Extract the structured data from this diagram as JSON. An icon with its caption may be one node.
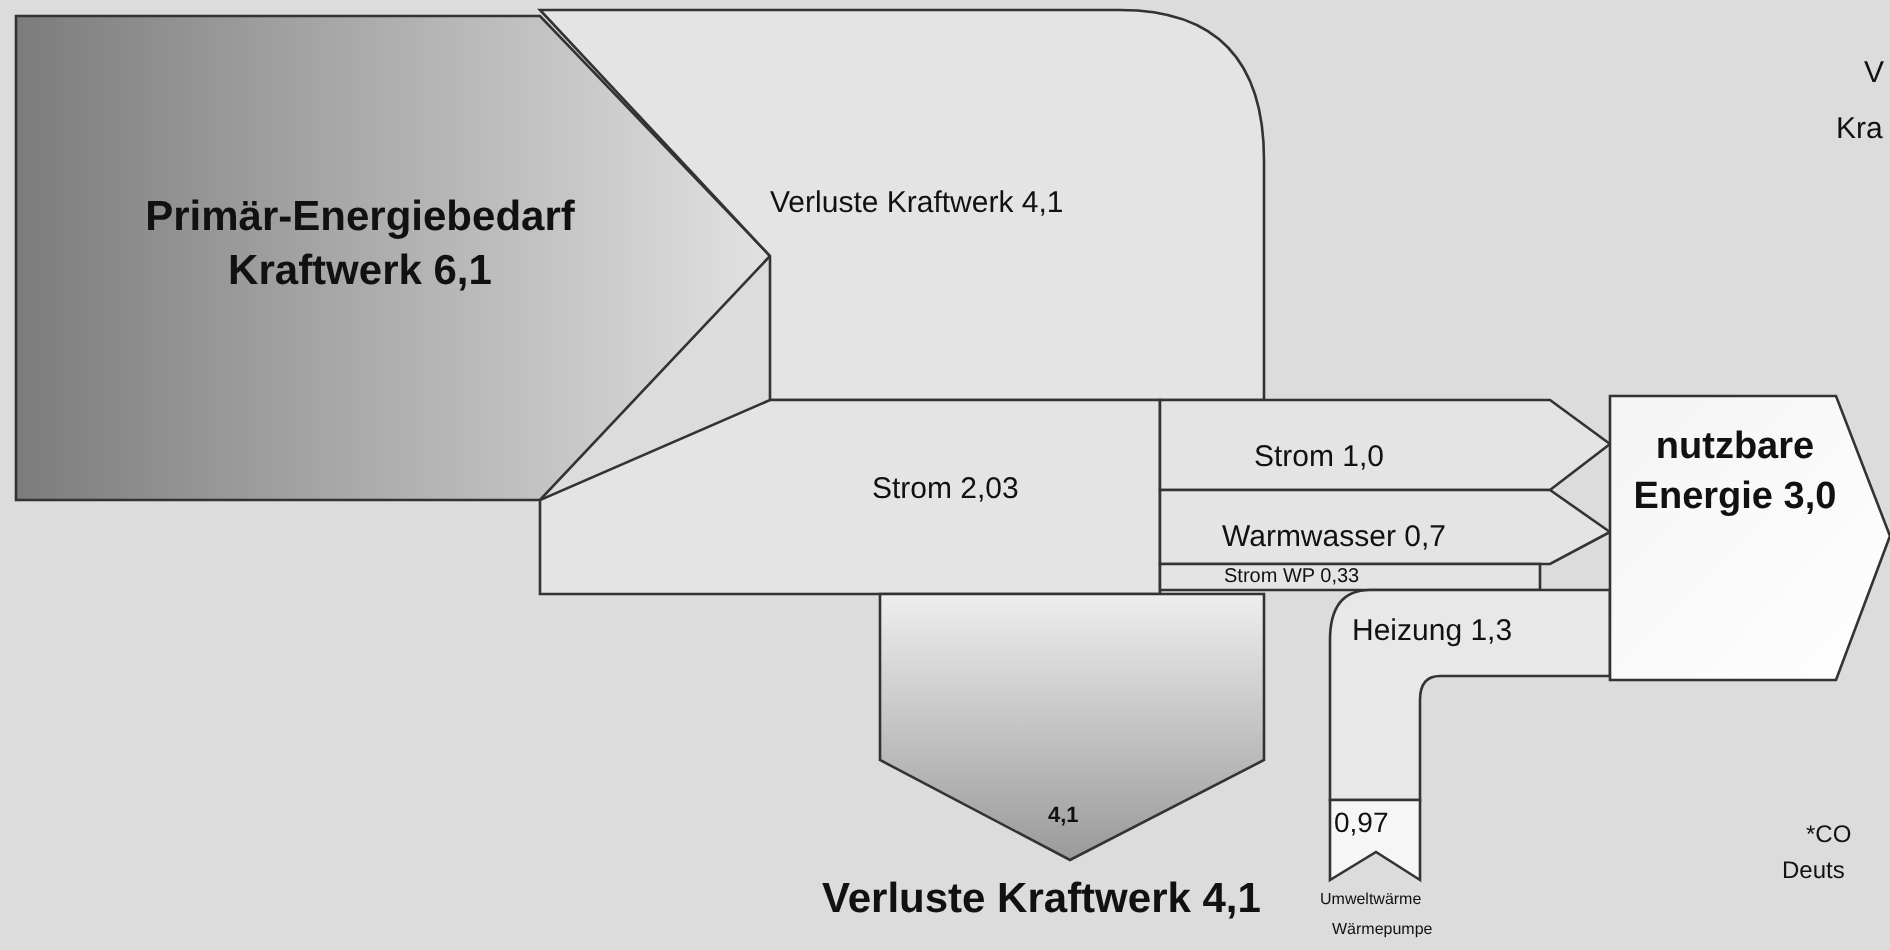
{
  "diagram": {
    "nodes": [
      {
        "text": [
          "Primär-Energiebedarf Kraftwerk 6,1"
        ]
      },
      {
        "text": [
          "Verluste Kraftwerk 4,1"
        ]
      },
      {
        "text": [
          "Strom 2,03"
        ]
      },
      {
        "text": [
          "Strom 1,0"
        ]
      },
      {
        "text": [
          "Warmwasser 0,7"
        ]
      },
      {
        "text": [
          "Strom WP 0,33"
        ]
      },
      {
        "text": [
          "Heizung 1,3"
        ]
      },
      {
        "text": [
          "0,97"
        ],
        "beside": [
          "Umweltwärme",
          "Wärmepumpe"
        ]
      },
      {
        "text": [
          "nutzbare Energie 3,0"
        ]
      },
      {
        "text": [
          "4,1"
        ],
        "beside": [
          "Verluste Kraftwerk 4,1"
        ]
      }
    ],
    "labels": [
      "V",
      "Kra",
      "*CO",
      "Deuts"
    ]
  }
}
